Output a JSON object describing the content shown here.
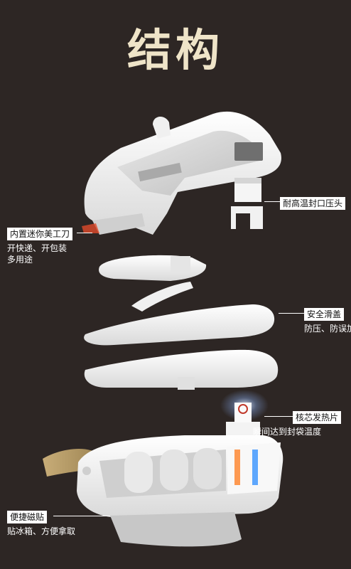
{
  "title": "结构",
  "callouts": {
    "seal_head": {
      "label": "耐高温封口压头"
    },
    "blade": {
      "label": "内置迷你美工刀",
      "line1": "开快递、开包装",
      "line2": "多用途"
    },
    "cover": {
      "label": "安全滑盖",
      "line1": "防压、防误加热"
    },
    "heater": {
      "label": "核芯发热片",
      "line1": "瞬间达到封袋温度"
    },
    "magnet": {
      "label": "便捷磁贴",
      "line1": "贴冰箱、方便拿取"
    }
  },
  "colors": {
    "background": "#2d2624",
    "title": "#efe4c8",
    "shell": "#f4f4f4",
    "strap": "#b59a66",
    "heat_orange": "#ff7a1a",
    "heat_blue": "#2b8cff"
  }
}
